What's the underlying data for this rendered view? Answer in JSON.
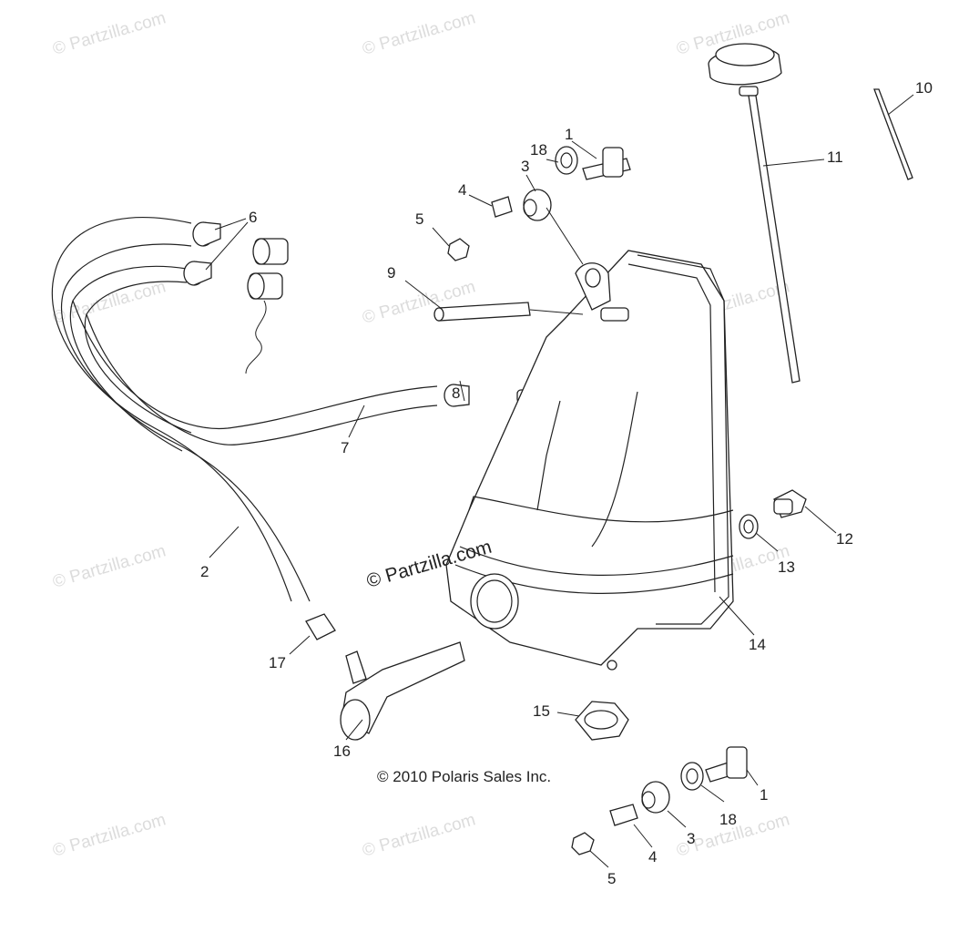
{
  "watermark": {
    "text": "© Partzilla.com"
  },
  "copyright": "© 2010 Polaris Sales Inc.",
  "callouts": {
    "c1_top": "1",
    "c1_bottom": "1",
    "c2": "2",
    "c3_top": "3",
    "c3_bottom": "3",
    "c4_top": "4",
    "c4_bottom": "4",
    "c5_top": "5",
    "c5_bottom": "5",
    "c6": "6",
    "c7": "7",
    "c8": "8",
    "c9": "9",
    "c10": "10",
    "c11": "11",
    "c12": "12",
    "c13": "13",
    "c14": "14",
    "c15": "15",
    "c16": "16",
    "c17": "17",
    "c18_top": "18",
    "c18_bottom": "18"
  }
}
